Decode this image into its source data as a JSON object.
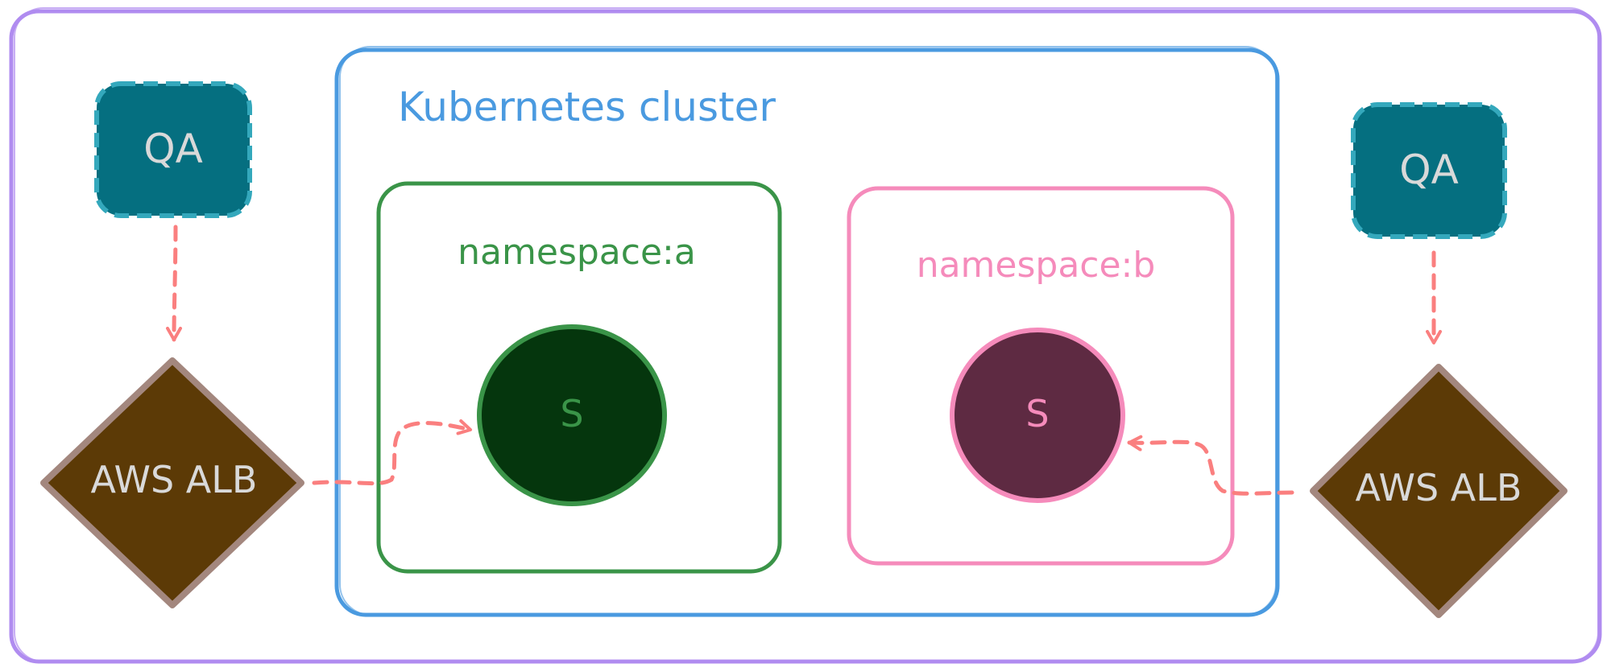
{
  "cluster": {
    "title": "Kubernetes cluster",
    "color": "#4a9ae0"
  },
  "outer_frame": {
    "color": "#b08cf0"
  },
  "namespace_a": {
    "label": "namespace:a",
    "color": "#3a9448",
    "service": {
      "label": "S",
      "fill": "#05360d",
      "text_color": "#3a9448"
    }
  },
  "namespace_b": {
    "label": "namespace:b",
    "color": "#f58bbb",
    "service": {
      "label": "S",
      "fill": "#5e2a42",
      "text_color": "#f58bbb"
    }
  },
  "left": {
    "qa": {
      "label": "QA",
      "fill": "#056f80",
      "border": "#34a8bc"
    },
    "alb": {
      "label": "AWS ALB",
      "fill": "#5c3a06",
      "border": "#a3877e"
    }
  },
  "right": {
    "qa": {
      "label": "QA",
      "fill": "#056f80",
      "border": "#34a8bc"
    },
    "alb": {
      "label": "AWS ALB",
      "fill": "#5c3a06",
      "border": "#a3877e"
    }
  },
  "arrow_color": "#fa7f7f"
}
